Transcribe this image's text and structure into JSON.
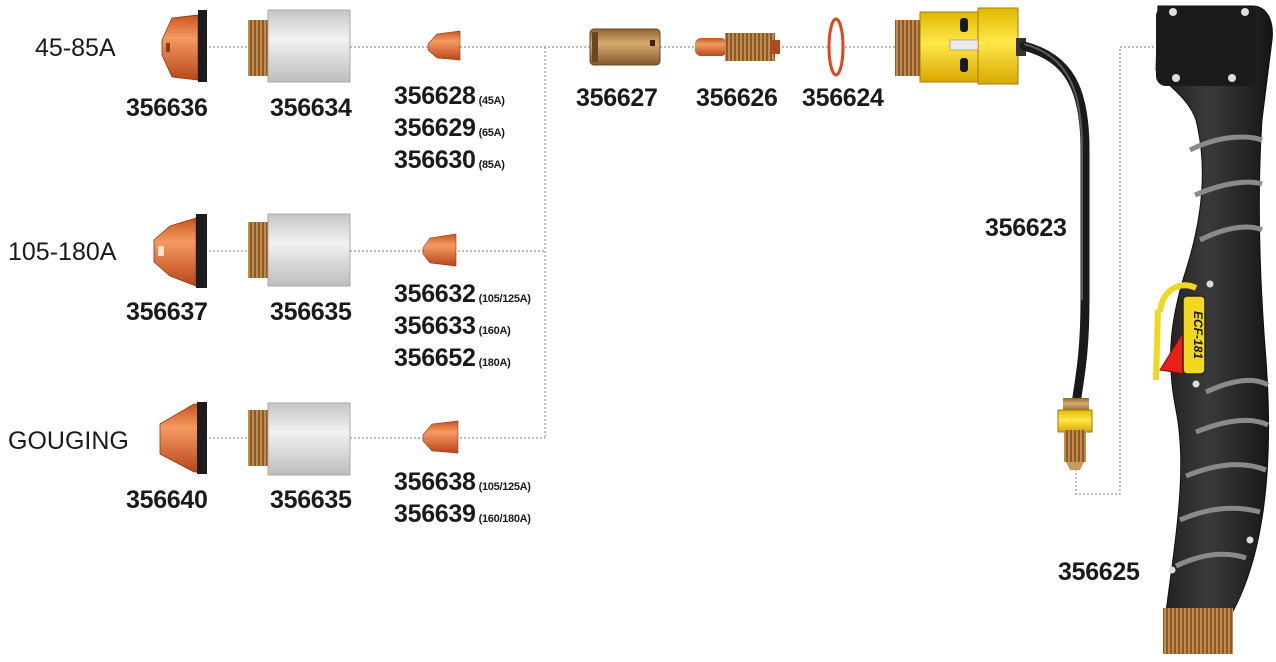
{
  "rows": [
    {
      "label": "45-85A"
    },
    {
      "label": "105-180A"
    },
    {
      "label": "GOUGING"
    }
  ],
  "parts": {
    "p356636": "356636",
    "p356634": "356634",
    "p356628": "356628",
    "p356628_amp": "(45A)",
    "p356629": "356629",
    "p356629_amp": "(65A)",
    "p356630": "356630",
    "p356630_amp": "(85A)",
    "p356637": "356637",
    "p356635a": "356635",
    "p356632": "356632",
    "p356632_amp": "(105/125A)",
    "p356633": "356633",
    "p356633_amp": "(160A)",
    "p356652": "356652",
    "p356652_amp": "(180A)",
    "p356640": "356640",
    "p356635b": "356635",
    "p356638": "356638",
    "p356638_amp": "(105/125A)",
    "p356639": "356639",
    "p356639_amp": "(160/180A)",
    "p356627": "356627",
    "p356626": "356626",
    "p356624": "356624",
    "p356623": "356623",
    "p356625": "356625"
  },
  "torch": {
    "model": "ECF-181"
  },
  "colors": {
    "copper": "#e8763e",
    "copper_dark": "#b6491c",
    "silver": "#d9d9d9",
    "brass": "#c89a5c",
    "yellow": "#f1d71e",
    "oring": "#e0451f",
    "handle": "#2a2a2a",
    "trigger": "#e8201a"
  }
}
